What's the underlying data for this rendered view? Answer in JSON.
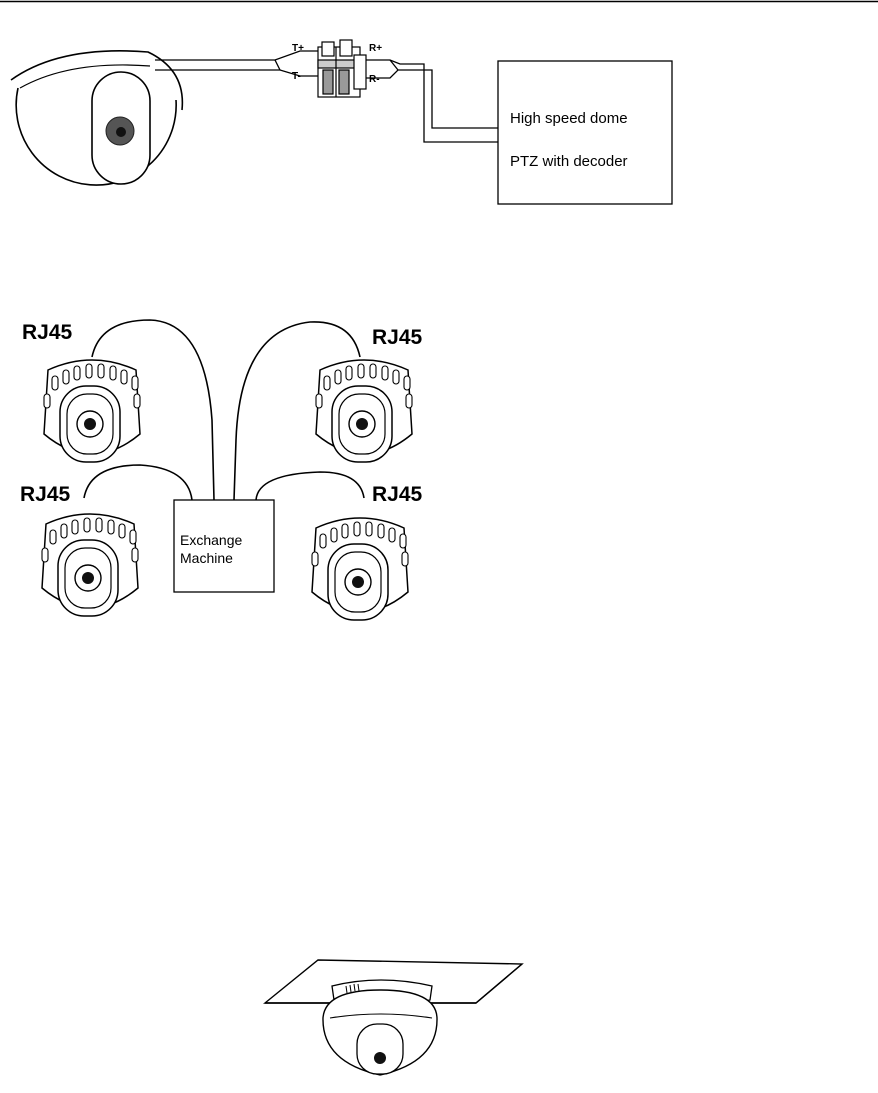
{
  "diagram1": {
    "terminal_labels": {
      "t_plus": "T+",
      "t_minus": "T-",
      "r_plus": "R+",
      "r_minus": "R-"
    },
    "device_box": {
      "line1": "High speed dome",
      "line2": "PTZ with decoder"
    }
  },
  "diagram2": {
    "camera_labels": [
      "RJ45",
      "RJ45",
      "RJ45",
      "RJ45"
    ],
    "exchange_box": {
      "line1": "Exchange",
      "line2": "Machine"
    }
  }
}
